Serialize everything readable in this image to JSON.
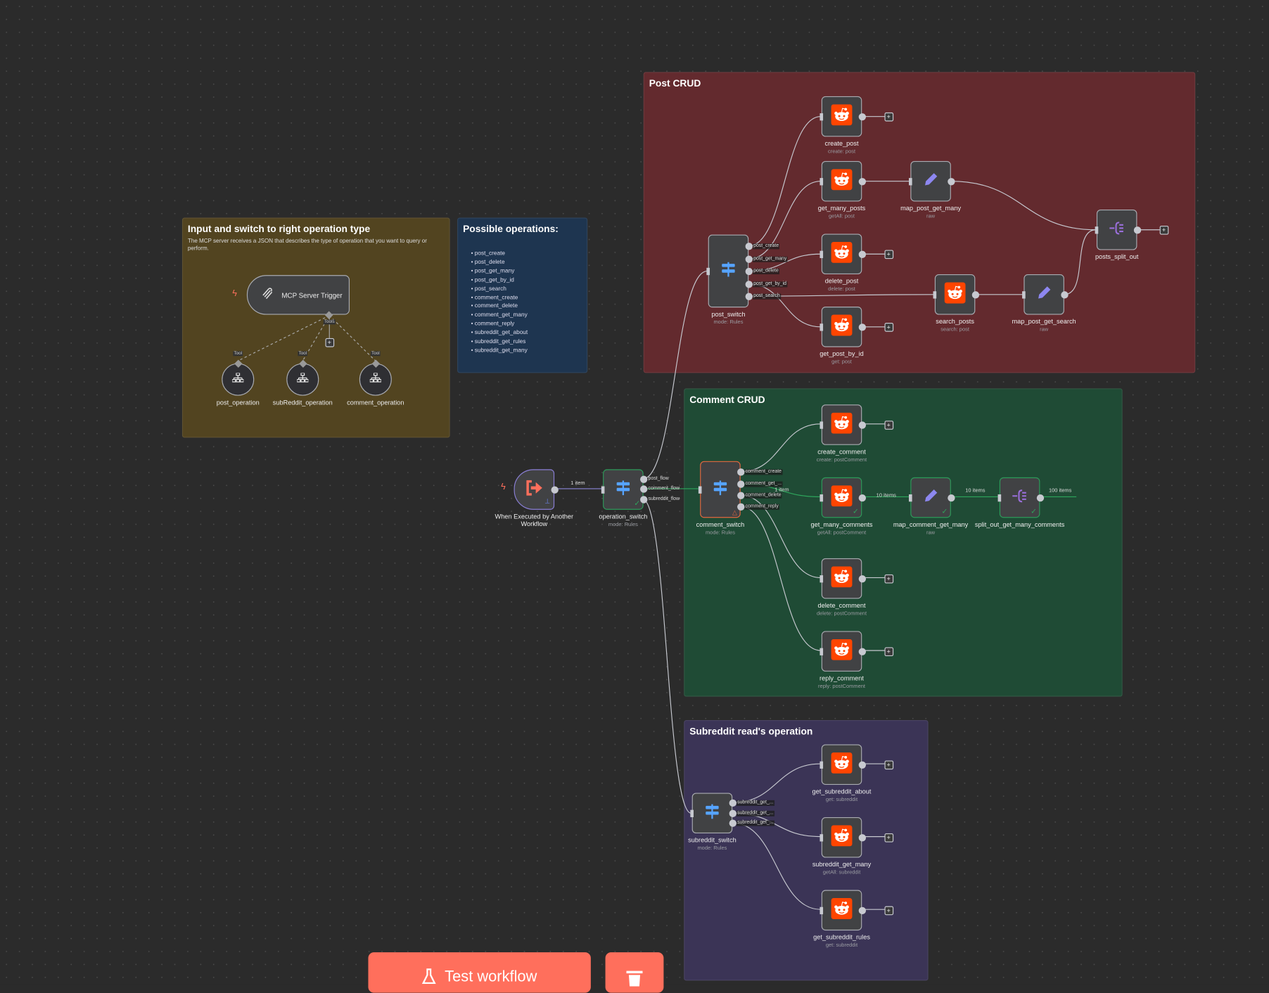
{
  "groups": {
    "input": {
      "title": "Input and switch to right operation type",
      "desc": "The MCP server receives a JSON that describes the type of operation that you want to query or perform."
    },
    "ops": {
      "title": "Possible operations:",
      "items": [
        "post_create",
        "post_delete",
        "post_get_many",
        "post_get_by_id",
        "post_search",
        "comment_create",
        "comment_delete",
        "comment_get_many",
        "comment_reply",
        "subreddit_get_about",
        "subreddit_get_rules",
        "subreddit_get_many"
      ]
    },
    "post": {
      "title": "Post CRUD",
      "color": "#632a2e"
    },
    "comment": {
      "title": "Comment CRUD",
      "color": "#1f4b35"
    },
    "subreddit": {
      "title": "Subreddit read's operation",
      "color": "#3b3456"
    }
  },
  "mcp": {
    "title": "MCP Server Trigger",
    "tools_label": "Tools",
    "tool_label": "Tool",
    "tools": [
      "post_operation",
      "subReddit_operation",
      "comment_operation"
    ]
  },
  "nodes": [
    {
      "name": "When Executed by Another Workflow",
      "sub": "",
      "icon": "execute-workflow"
    },
    {
      "name": "operation_switch",
      "sub": "mode: Rules",
      "icon": "switch"
    },
    {
      "name": "post_switch",
      "sub": "mode: Rules",
      "icon": "switch"
    },
    {
      "name": "create_post",
      "sub": "create: post",
      "icon": "reddit"
    },
    {
      "name": "get_many_posts",
      "sub": "getAll: post",
      "icon": "reddit"
    },
    {
      "name": "map_post_get_many",
      "sub": "raw",
      "icon": "pencil"
    },
    {
      "name": "delete_post",
      "sub": "delete: post",
      "icon": "reddit"
    },
    {
      "name": "get_post_by_id",
      "sub": "get: post",
      "icon": "reddit"
    },
    {
      "name": "search_posts",
      "sub": "search: post",
      "icon": "reddit"
    },
    {
      "name": "map_post_get_search",
      "sub": "raw",
      "icon": "pencil"
    },
    {
      "name": "posts_split_out",
      "sub": "",
      "icon": "split"
    },
    {
      "name": "comment_switch",
      "sub": "mode: Rules",
      "icon": "switch"
    },
    {
      "name": "create_comment",
      "sub": "create: postComment",
      "icon": "reddit"
    },
    {
      "name": "get_many_comments",
      "sub": "getAll: postComment",
      "icon": "reddit"
    },
    {
      "name": "map_comment_get_many",
      "sub": "raw",
      "icon": "pencil"
    },
    {
      "name": "split_out_get_many_comments",
      "sub": "",
      "icon": "split"
    },
    {
      "name": "delete_comment",
      "sub": "delete: postComment",
      "icon": "reddit"
    },
    {
      "name": "reply_comment",
      "sub": "reply: postComment",
      "icon": "reddit"
    },
    {
      "name": "subreddit_switch",
      "sub": "mode: Rules",
      "icon": "switch"
    },
    {
      "name": "get_subreddit_about",
      "sub": "get: subreddit",
      "icon": "reddit"
    },
    {
      "name": "subreddit_get_many",
      "sub": "getAll: subreddit",
      "icon": "reddit"
    },
    {
      "name": "get_subreddit_rules",
      "sub": "get: subreddit",
      "icon": "reddit"
    }
  ],
  "outputs": {
    "operation_switch": [
      "post_flow",
      "comment_flow",
      "subreddit_flow"
    ],
    "post_switch": [
      "post_create",
      "post_get_many",
      "post_delete",
      "post_get_by_id",
      "post_search"
    ],
    "comment_switch": [
      "comment_create",
      "comment_get_...",
      "comment_delete",
      "comment_reply"
    ],
    "subreddit_switch": [
      "subreddit_get_...",
      "subreddit_get_...",
      "subreddit_get_..."
    ]
  },
  "edge_labels": {
    "trigger": "1 item",
    "comment_get": "1 item",
    "comments_to_map": "10 items",
    "map_to_split": "10 items",
    "split_out": "100 items"
  },
  "toolbar": {
    "test_label": "Test workflow",
    "delete_label": ""
  }
}
